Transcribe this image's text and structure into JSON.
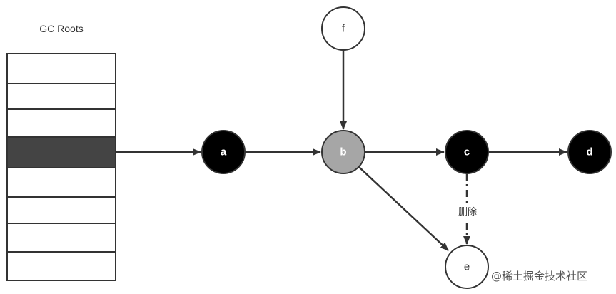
{
  "title": "GC Roots",
  "roots_stack": {
    "slot_count": 8,
    "highlighted_slot": 3
  },
  "nodes": {
    "a": {
      "label": "a",
      "fill": "#000000",
      "text_color": "#ffffff"
    },
    "b": {
      "label": "b",
      "fill": "#a6a6a6",
      "text_color": "#ffffff"
    },
    "c": {
      "label": "c",
      "fill": "#000000",
      "text_color": "#ffffff"
    },
    "d": {
      "label": "d",
      "fill": "#000000",
      "text_color": "#ffffff"
    },
    "e": {
      "label": "e",
      "fill": "#ffffff",
      "text_color": "#333333"
    },
    "f": {
      "label": "f",
      "fill": "#ffffff",
      "text_color": "#333333"
    }
  },
  "edges": [
    {
      "from": "roots",
      "to": "a",
      "style": "solid"
    },
    {
      "from": "a",
      "to": "b",
      "style": "solid"
    },
    {
      "from": "f",
      "to": "b",
      "style": "solid"
    },
    {
      "from": "b",
      "to": "c",
      "style": "solid"
    },
    {
      "from": "c",
      "to": "d",
      "style": "solid"
    },
    {
      "from": "b",
      "to": "e",
      "style": "solid"
    },
    {
      "from": "c",
      "to": "e",
      "style": "dashed",
      "label": "删除"
    }
  ],
  "watermark": "@稀土掘金技术社区",
  "colors": {
    "stroke": "#333333",
    "highlight_slot": "#444444"
  }
}
